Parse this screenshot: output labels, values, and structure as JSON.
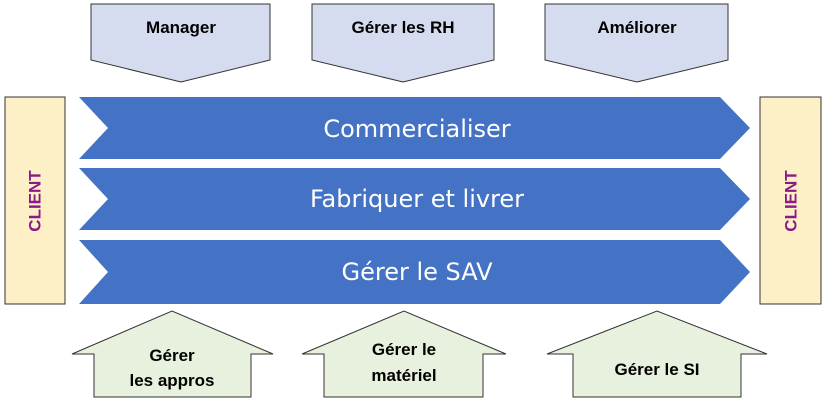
{
  "management_processes": [
    {
      "label": "Manager"
    },
    {
      "label": "Gérer les RH"
    },
    {
      "label": "Améliorer"
    }
  ],
  "core_processes": [
    {
      "label": "Commercialiser"
    },
    {
      "label": "Fabriquer et livrer"
    },
    {
      "label": "Gérer le SAV"
    }
  ],
  "support_processes": [
    {
      "line1": "Gérer",
      "line2": "les appros"
    },
    {
      "line1": "Gérer le",
      "line2": "matériel"
    },
    {
      "line1": "Gérer le SI",
      "line2": ""
    }
  ],
  "client_left": {
    "label": "CLIENT"
  },
  "client_right": {
    "label": "CLIENT"
  },
  "colors": {
    "management_fill": "#d6dcef",
    "core_fill": "#4472c4",
    "support_fill": "#e8f1de",
    "client_fill": "#fdf0c6",
    "client_text": "#8b1a88",
    "outline": "#333333"
  }
}
